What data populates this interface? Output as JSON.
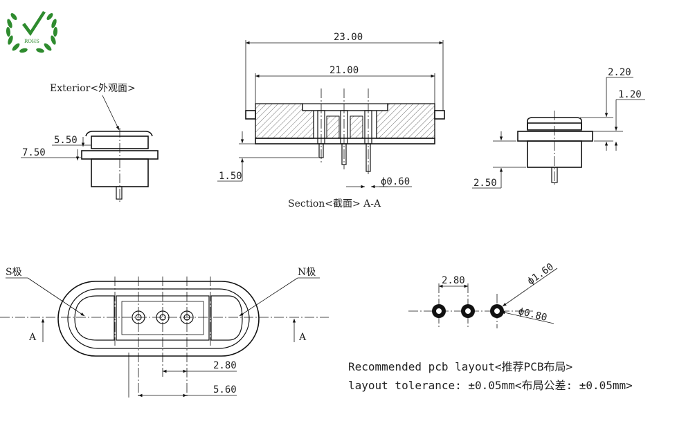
{
  "logo": {
    "text": "ROHS",
    "color": "#2e8b2e"
  },
  "exterior_view": {
    "label": "Exterior<外观面>",
    "dim_5_50": "5.50",
    "dim_7_50": "7.50"
  },
  "section_view": {
    "dim_23_00": "23.00",
    "dim_21_00": "21.00",
    "dim_1_50": "1.50",
    "dim_phi_0_60": "ϕ0.60",
    "caption": "Section<截面>  A-A"
  },
  "side_view": {
    "dim_2_20": "2.20",
    "dim_1_20": "1.20",
    "dim_2_50": "2.50"
  },
  "plan_view": {
    "s_pole": "S极",
    "n_pole": "N极",
    "section_mark_left": "A",
    "section_mark_right": "A",
    "dim_2_80": "2.80",
    "dim_5_60": "5.60"
  },
  "pcb_layout": {
    "dim_2_80": "2.80",
    "dim_phi_1_60": "ϕ1.60",
    "dim_phi_0_80": "ϕ0.80",
    "note_line1": "Recommended pcb layout<推荐PCB布局>",
    "note_line2": "layout tolerance: ±0.05mm<布局公差: ±0.05mm>"
  }
}
